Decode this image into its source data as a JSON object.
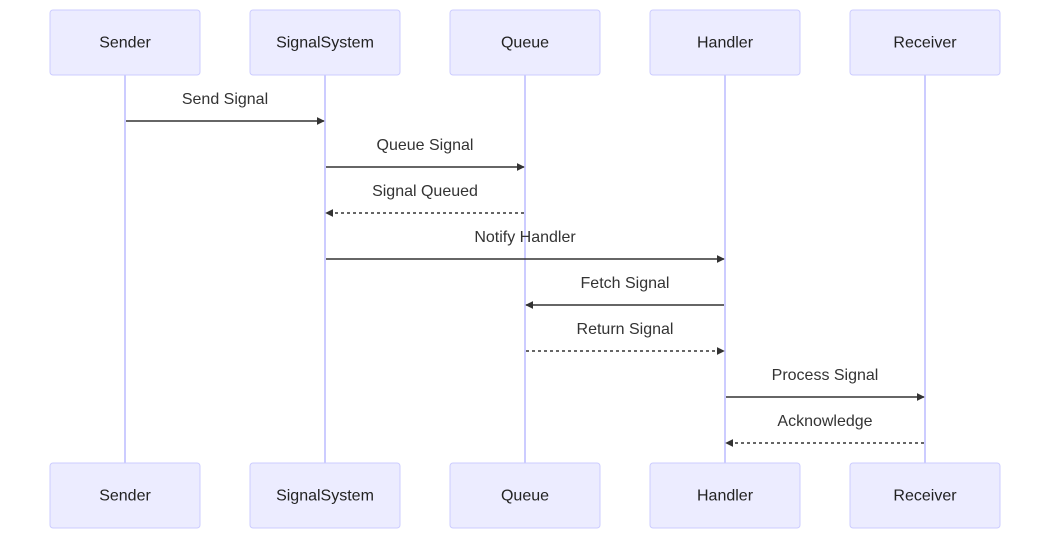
{
  "participants": [
    {
      "id": "sender",
      "label": "Sender"
    },
    {
      "id": "signalsystem",
      "label": "SignalSystem"
    },
    {
      "id": "queue",
      "label": "Queue"
    },
    {
      "id": "handler",
      "label": "Handler"
    },
    {
      "id": "receiver",
      "label": "Receiver"
    }
  ],
  "messages": [
    {
      "from": 0,
      "to": 1,
      "label": "Send Signal",
      "style": "solid"
    },
    {
      "from": 1,
      "to": 2,
      "label": "Queue Signal",
      "style": "solid"
    },
    {
      "from": 2,
      "to": 1,
      "label": "Signal Queued",
      "style": "dashed"
    },
    {
      "from": 1,
      "to": 3,
      "label": "Notify Handler",
      "style": "solid"
    },
    {
      "from": 3,
      "to": 2,
      "label": "Fetch Signal",
      "style": "solid"
    },
    {
      "from": 2,
      "to": 3,
      "label": "Return Signal",
      "style": "dashed"
    },
    {
      "from": 3,
      "to": 4,
      "label": "Process Signal",
      "style": "solid"
    },
    {
      "from": 4,
      "to": 3,
      "label": "Acknowledge",
      "style": "dashed"
    }
  ],
  "colors": {
    "actor_fill": "#ECECFF",
    "actor_stroke": "#CCCCFF",
    "lifeline": "#CCCCFF",
    "message_line": "#333333",
    "text": "#333333"
  }
}
